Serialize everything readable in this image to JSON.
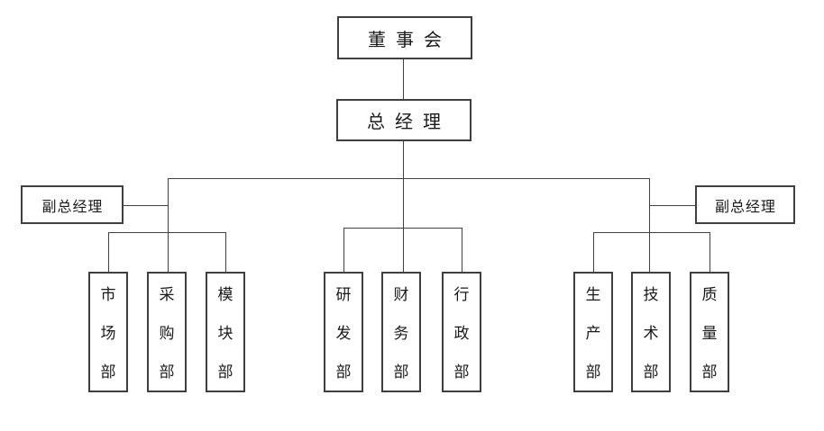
{
  "theme": {
    "background": "#ffffff",
    "line_color": "#404040",
    "box_border_color": "#3f3f3f",
    "text_color": "#1a1a1a"
  },
  "org_chart": {
    "type": "org-chart",
    "board": {
      "label": "董事会"
    },
    "general_manager": {
      "label": "总经理"
    },
    "deputy_left": {
      "label": "副总经理"
    },
    "deputy_right": {
      "label": "副总经理"
    },
    "groups": [
      {
        "managed_by": "deputy_left",
        "departments": [
          "市场部",
          "采购部",
          "模块部"
        ]
      },
      {
        "managed_by": "general_manager",
        "departments": [
          "研发部",
          "财务部",
          "行政部"
        ]
      },
      {
        "managed_by": "deputy_right",
        "departments": [
          "生产部",
          "技术部",
          "质量部"
        ]
      }
    ]
  }
}
